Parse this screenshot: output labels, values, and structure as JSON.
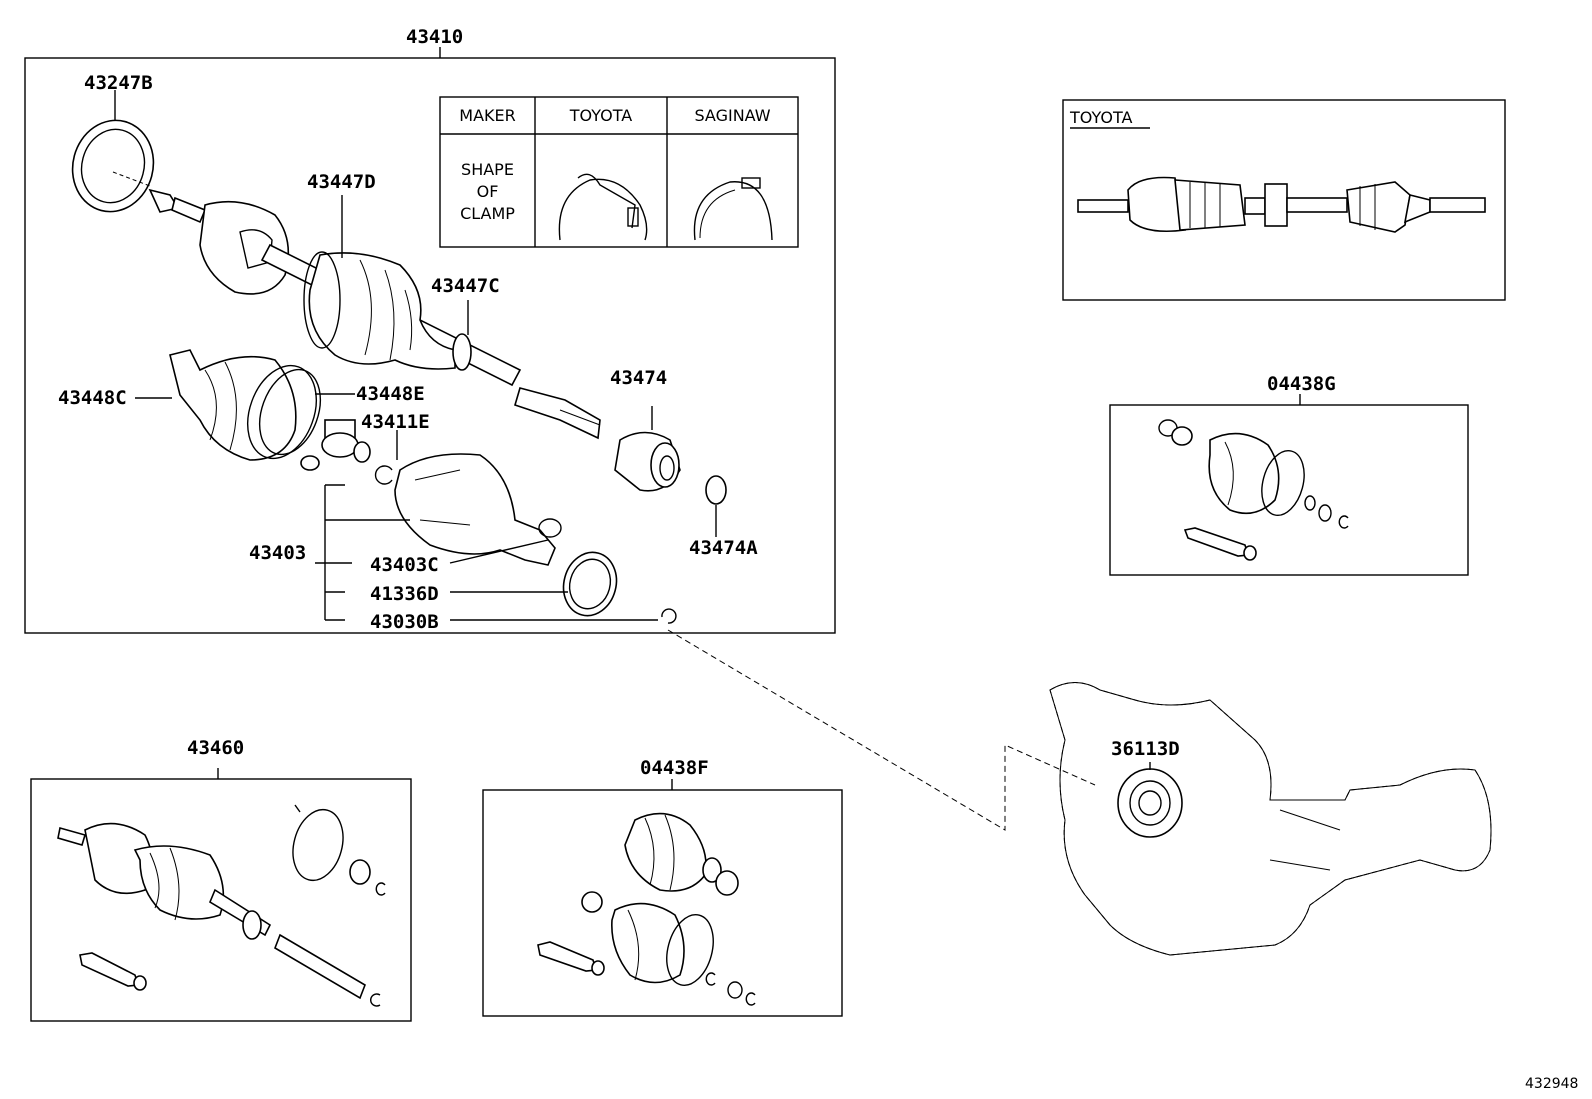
{
  "labels": {
    "p43410": "43410",
    "p43247B": "43247B",
    "p43447D": "43447D",
    "p43447C": "43447C",
    "p43448C": "43448C",
    "p43448E": "43448E",
    "p43411E": "43411E",
    "p43474": "43474",
    "p43474A": "43474A",
    "p43403": "43403",
    "p43403C": "43403C",
    "p41336D": "41336D",
    "p43030B": "43030B",
    "p43460": "43460",
    "p04438F": "04438F",
    "p04438G": "04438G",
    "p36113D": "36113D"
  },
  "clamp_table": {
    "maker_header": "MAKER",
    "col1": "TOYOTA",
    "col2": "SAGINAW",
    "row_label_line1": "SHAPE",
    "row_label_line2": "OF",
    "row_label_line3": "CLAMP"
  },
  "toyota_box_title": "TOYOTA",
  "diagram_code": "432948"
}
